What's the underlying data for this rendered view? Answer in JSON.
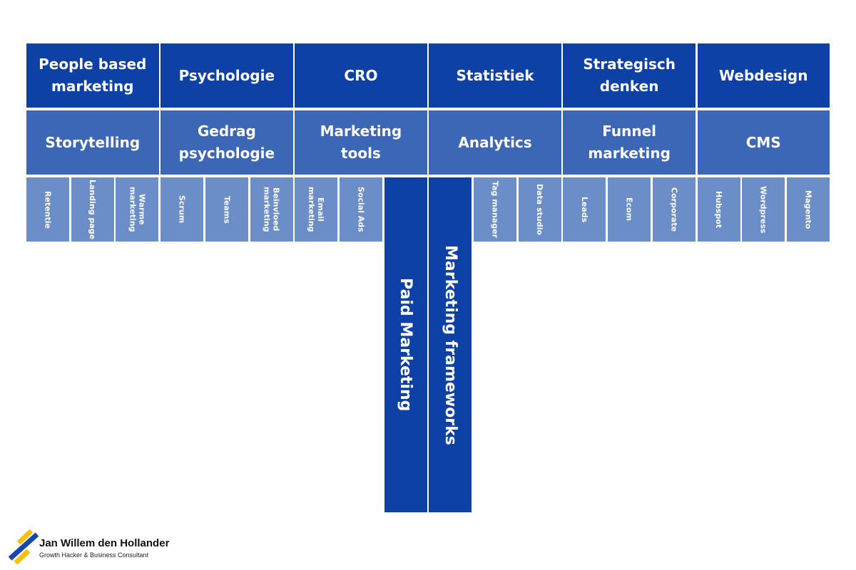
{
  "columns": [
    {
      "top": "People based marketing",
      "mid": "Storytelling",
      "subs": [
        "Retentie",
        "Landing page",
        "Warme marketing"
      ]
    },
    {
      "top": "Psychologie",
      "mid": "Gedrag psychologie",
      "subs": [
        "Scrum",
        "Teams",
        "Beïnvloed marketing"
      ]
    },
    {
      "top": "CRO",
      "mid": "Marketing tools",
      "subs": [
        "Email marketing",
        "Social Ads",
        null
      ]
    },
    {
      "top": "Statistiek",
      "mid": "Analytics",
      "subs": [
        null,
        "Tag manager",
        "Data studio"
      ]
    },
    {
      "top": "Strategisch denken",
      "mid": "Funnel marketing",
      "subs": [
        "Leads",
        "Ecom",
        "Corporate"
      ]
    },
    {
      "top": "Webdesign",
      "mid": "CMS",
      "subs": [
        "Hubspot",
        "Wordpress",
        "Magento"
      ]
    }
  ],
  "tall": [
    {
      "label": "Paid Marketing",
      "column": 2,
      "slot": 2
    },
    {
      "label": "Marketing frameworks",
      "column": 3,
      "slot": 0
    }
  ],
  "brand": {
    "name": "Jan Willem den Hollander",
    "tagline": "Growth Hacker & Business Consultant"
  },
  "colors": {
    "top": "#0d41a5",
    "mid": "#3c67b6",
    "sub": "#6b8dc8",
    "logo_yellow": "#f4c20d",
    "logo_blue": "#1a46b0"
  }
}
